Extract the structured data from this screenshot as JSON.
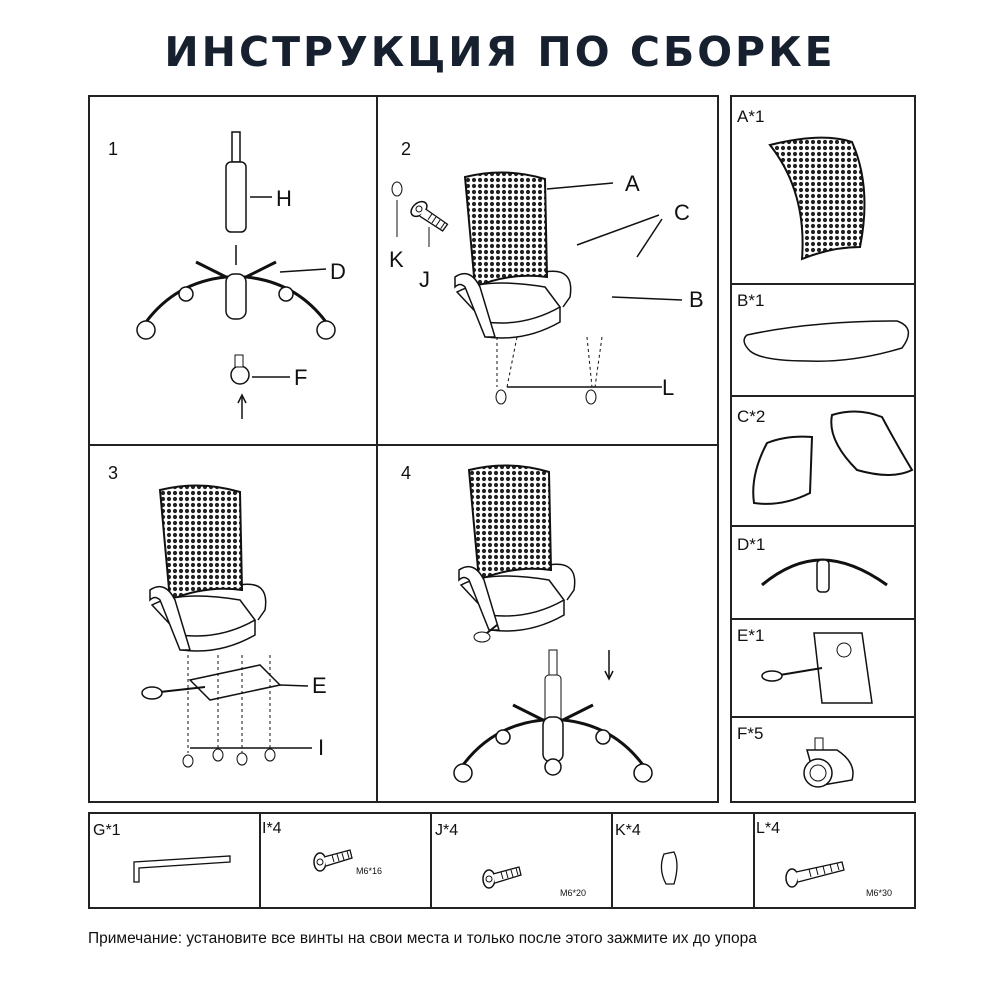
{
  "title": "ИНСТРУКЦИЯ ПО СБОРКЕ",
  "steps": {
    "s1": {
      "number": "1",
      "callouts": [
        "H",
        "D",
        "F"
      ]
    },
    "s2": {
      "number": "2",
      "callouts": [
        "A",
        "C",
        "B",
        "K",
        "J",
        "L"
      ]
    },
    "s3": {
      "number": "3",
      "callouts": [
        "E",
        "I"
      ]
    },
    "s4": {
      "number": "4"
    }
  },
  "parts": [
    {
      "label": "A*1"
    },
    {
      "label": "B*1"
    },
    {
      "label": "C*2"
    },
    {
      "label": "D*1"
    },
    {
      "label": "E*1"
    },
    {
      "label": "F*5"
    }
  ],
  "hardware": [
    {
      "label": "G*1"
    },
    {
      "label": "I*4",
      "size": "M6*16"
    },
    {
      "label": "J*4",
      "size": "M6*20"
    },
    {
      "label": "K*4"
    },
    {
      "label": "L*4",
      "size": "M6*30"
    }
  ],
  "note": "Примечание: установите все винты на свои места и только после этого зажмите их до упора"
}
